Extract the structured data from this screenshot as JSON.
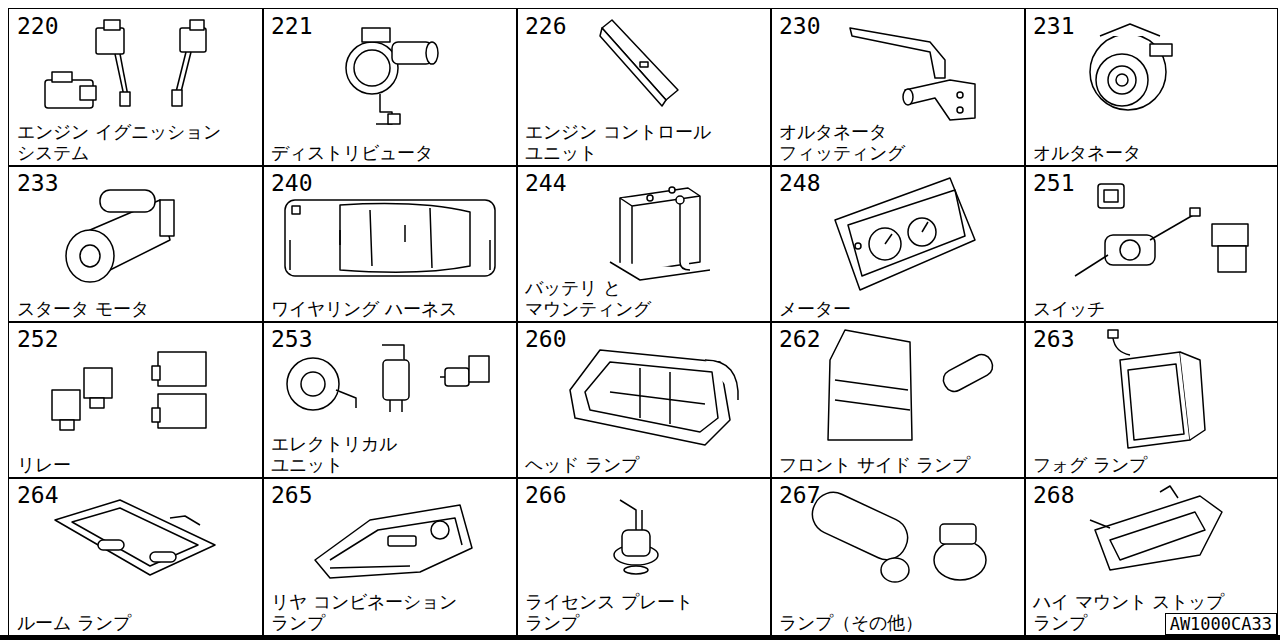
{
  "diagram": {
    "nodes": [
      {
        "text": [
          "220",
          "エンジン イグニッション システム"
        ]
      },
      {
        "text": [
          "221",
          "ディストリビュータ"
        ]
      },
      {
        "text": [
          "226",
          "エンジン コントロール ユニット"
        ]
      },
      {
        "text": [
          "230",
          "オルタネータ フィッティング"
        ]
      },
      {
        "text": [
          "231",
          "オルタネータ"
        ]
      },
      {
        "text": [
          "233",
          "スタータ モータ"
        ]
      },
      {
        "text": [
          "240",
          "ワイヤリング ハーネス"
        ]
      },
      {
        "text": [
          "244",
          "バッテリ と マウンティング"
        ]
      },
      {
        "text": [
          "248",
          "メーター"
        ]
      },
      {
        "text": [
          "251",
          "スイッチ"
        ]
      },
      {
        "text": [
          "252",
          "リレー"
        ]
      },
      {
        "text": [
          "253",
          "エレクトリカル ユニット"
        ]
      },
      {
        "text": [
          "260",
          "ヘッド ランプ"
        ]
      },
      {
        "text": [
          "262",
          "フロント サイド ランプ"
        ]
      },
      {
        "text": [
          "263",
          "フォグ ランプ"
        ]
      },
      {
        "text": [
          "264",
          "ルーム ランプ"
        ]
      },
      {
        "text": [
          "265",
          "リヤ コンビネーション ランプ"
        ]
      },
      {
        "text": [
          "266",
          "ライセンス プレート ランプ"
        ]
      },
      {
        "text": [
          "267",
          "ランプ（その他）"
        ]
      },
      {
        "text": [
          "268",
          "ハイ マウント ストップ ランプ"
        ]
      }
    ],
    "labels": [
      "AW1000CA33"
    ]
  }
}
